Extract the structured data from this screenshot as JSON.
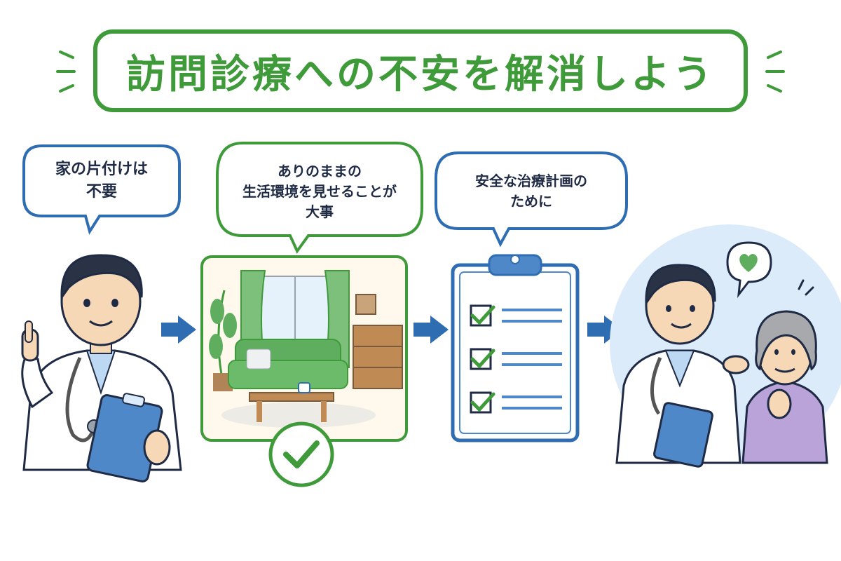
{
  "title": "訪問診療への不安を解消しよう",
  "steps": [
    {
      "bubble": "家の片付けは\n不要"
    },
    {
      "bubble": "ありのままの\n生活環境を見せることが\n大事"
    },
    {
      "bubble": "安全な治療計画の\nために"
    }
  ],
  "colors": {
    "green": "#3f9b3a",
    "blue": "#2f6db3",
    "light_blue": "#dcebfa"
  },
  "icons": [
    "doctor",
    "clipboard",
    "living-room",
    "check-circle",
    "checklist",
    "heart",
    "arrow-right"
  ]
}
